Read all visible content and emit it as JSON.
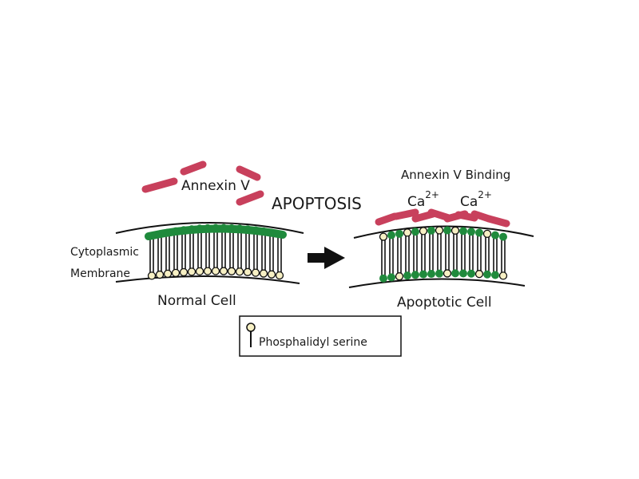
{
  "labels": {
    "annexin_v": "Annexin V",
    "apoptosis": "APOPTOSIS",
    "annexin_v_binding": "Annexin V Binding",
    "ca_left": "Ca",
    "ca_left_sup": "2+",
    "ca_right": "Ca",
    "ca_right_sup": "2+",
    "cytoplasmic": "Cytoplasmic",
    "membrane": "Membrane",
    "normal_cell": "Normal Cell",
    "apoptotic_cell": "Apoptotic Cell",
    "legend_label": "Phosphalidyl serine"
  },
  "colors": {
    "annexin": "#c8405c",
    "outer_headgroup": "#1f8a3c",
    "phosphatidylserine": "#f7f0c4",
    "line": "#111111"
  },
  "icons": {
    "arrow": "right-arrow-icon",
    "legend": "lipid-headgroup-icon"
  }
}
